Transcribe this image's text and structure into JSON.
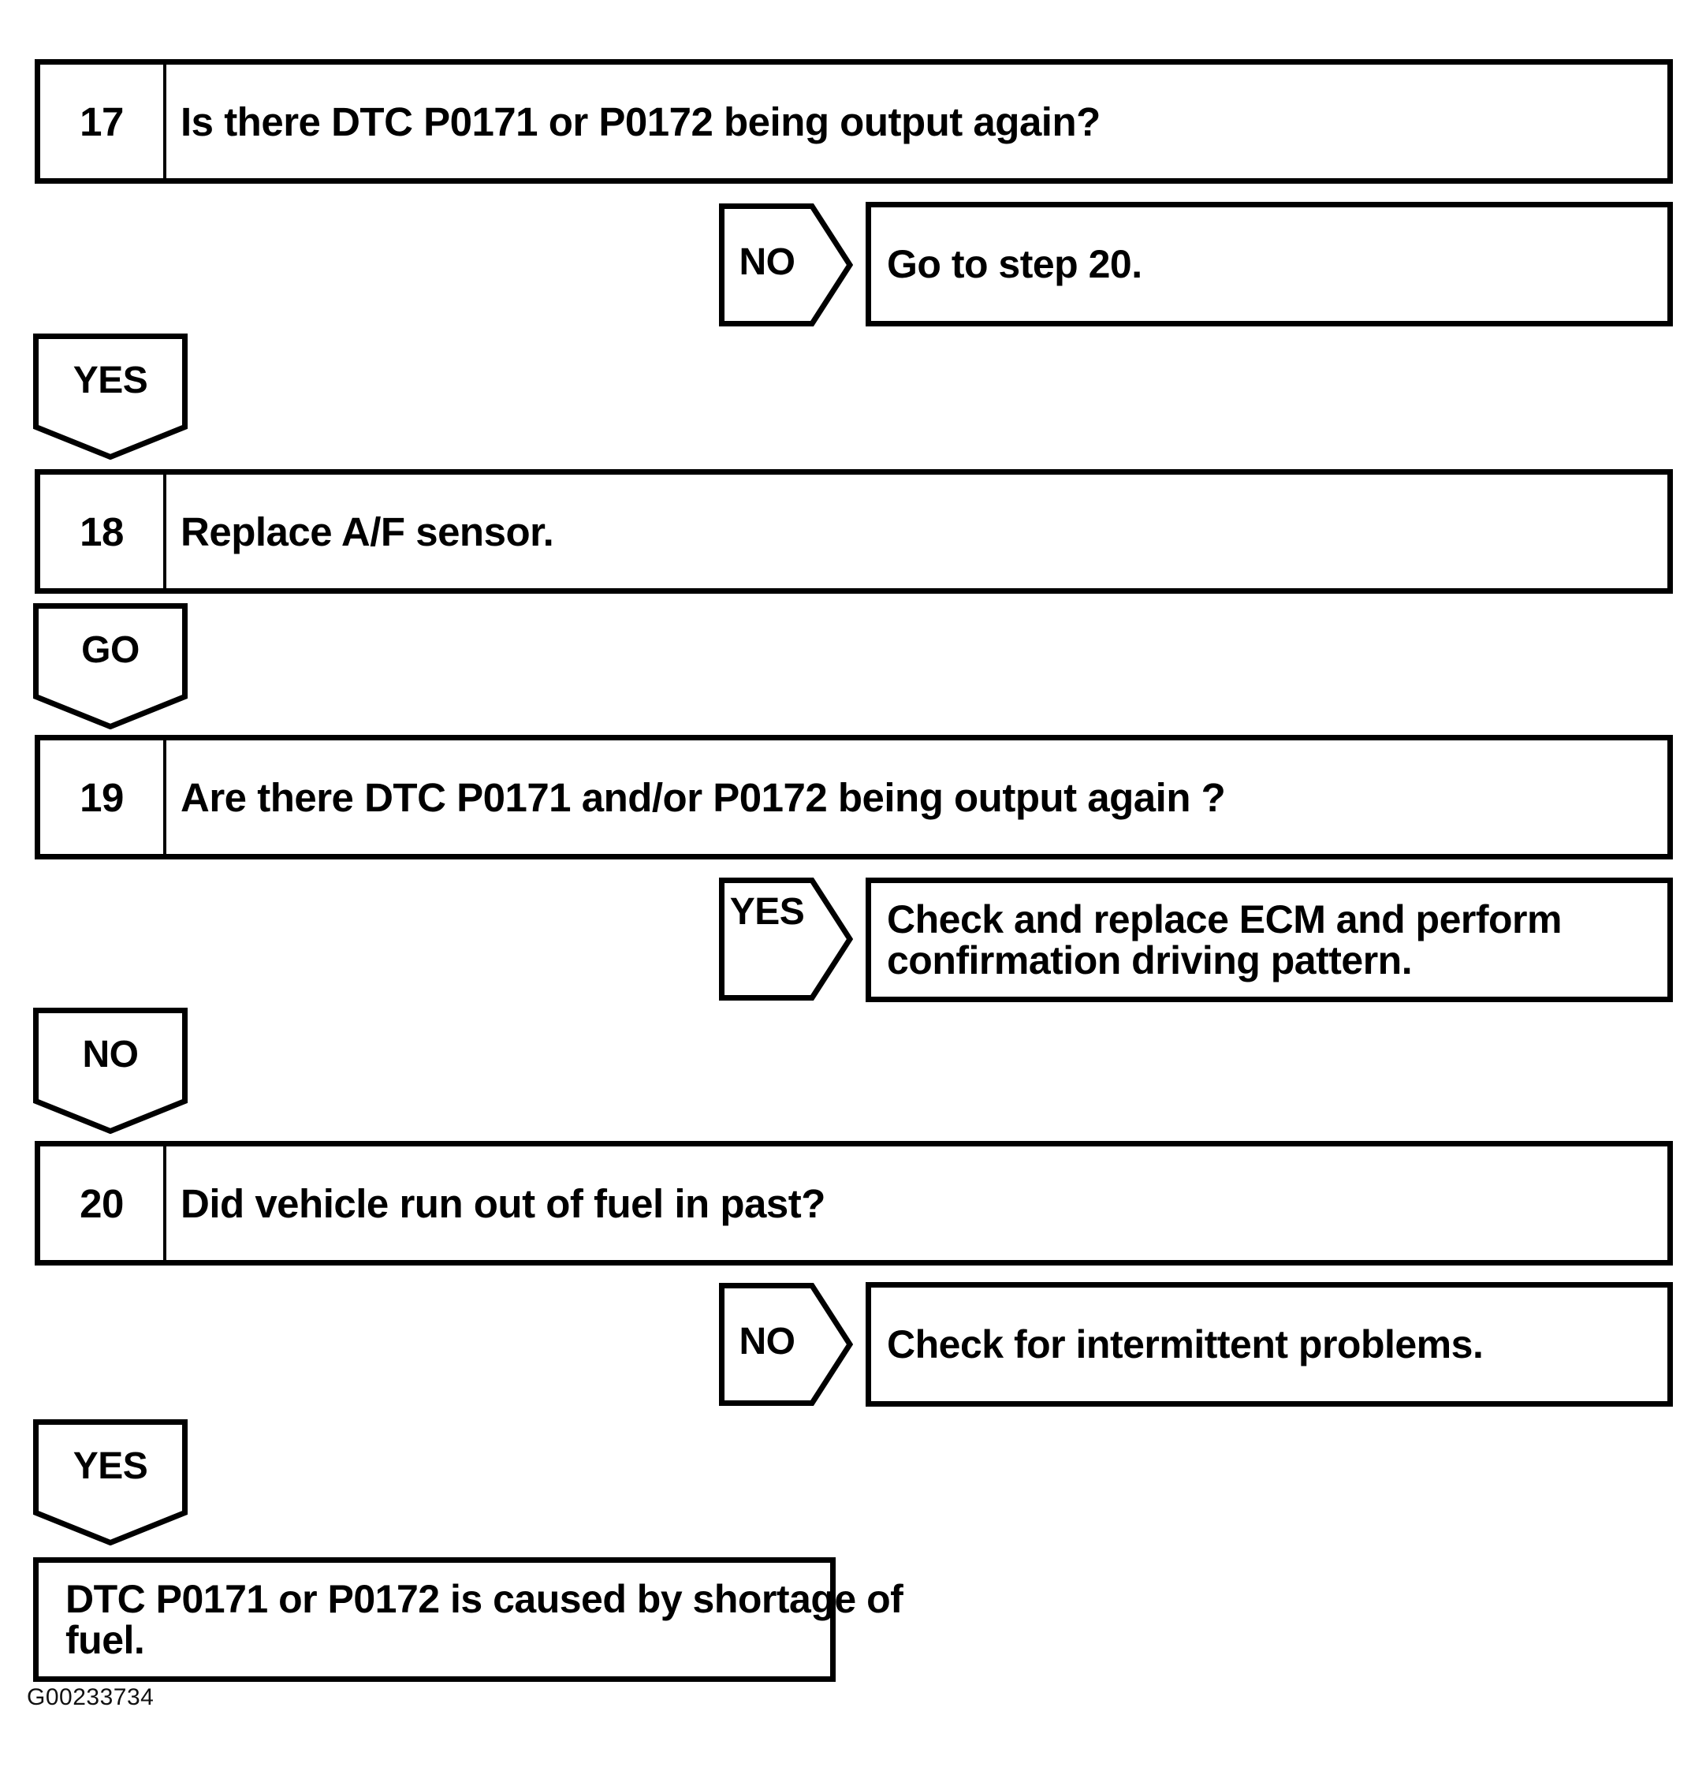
{
  "figure_code": "G00233734",
  "colors": {
    "ink": "#000000",
    "paper": "#ffffff"
  },
  "flowchart": {
    "steps": [
      {
        "number": "17",
        "question": "Is there DTC P0171 or P0172 being output again?"
      },
      {
        "number": "18",
        "question": "Replace A/F sensor."
      },
      {
        "number": "19",
        "question": "Are there DTC P0171 and/or P0172 being output again ?"
      },
      {
        "number": "20",
        "question": "Did vehicle run out of fuel in past?"
      }
    ],
    "branches": [
      {
        "tag": "NO",
        "direction": "right",
        "lines": [
          "Go to step 20."
        ]
      },
      {
        "tag": "YES",
        "direction": "down"
      },
      {
        "tag": "GO",
        "direction": "down"
      },
      {
        "tag": "YES",
        "direction": "right",
        "lines": [
          "Check and replace ECM and perform",
          "confirmation driving pattern."
        ]
      },
      {
        "tag": "NO",
        "direction": "down"
      },
      {
        "tag": "NO",
        "direction": "right",
        "lines": [
          "Check for intermittent problems."
        ]
      },
      {
        "tag": "YES",
        "direction": "down"
      }
    ],
    "conclusion": {
      "lines": [
        "DTC P0171 or P0172 is caused by shortage of",
        "fuel."
      ]
    }
  }
}
